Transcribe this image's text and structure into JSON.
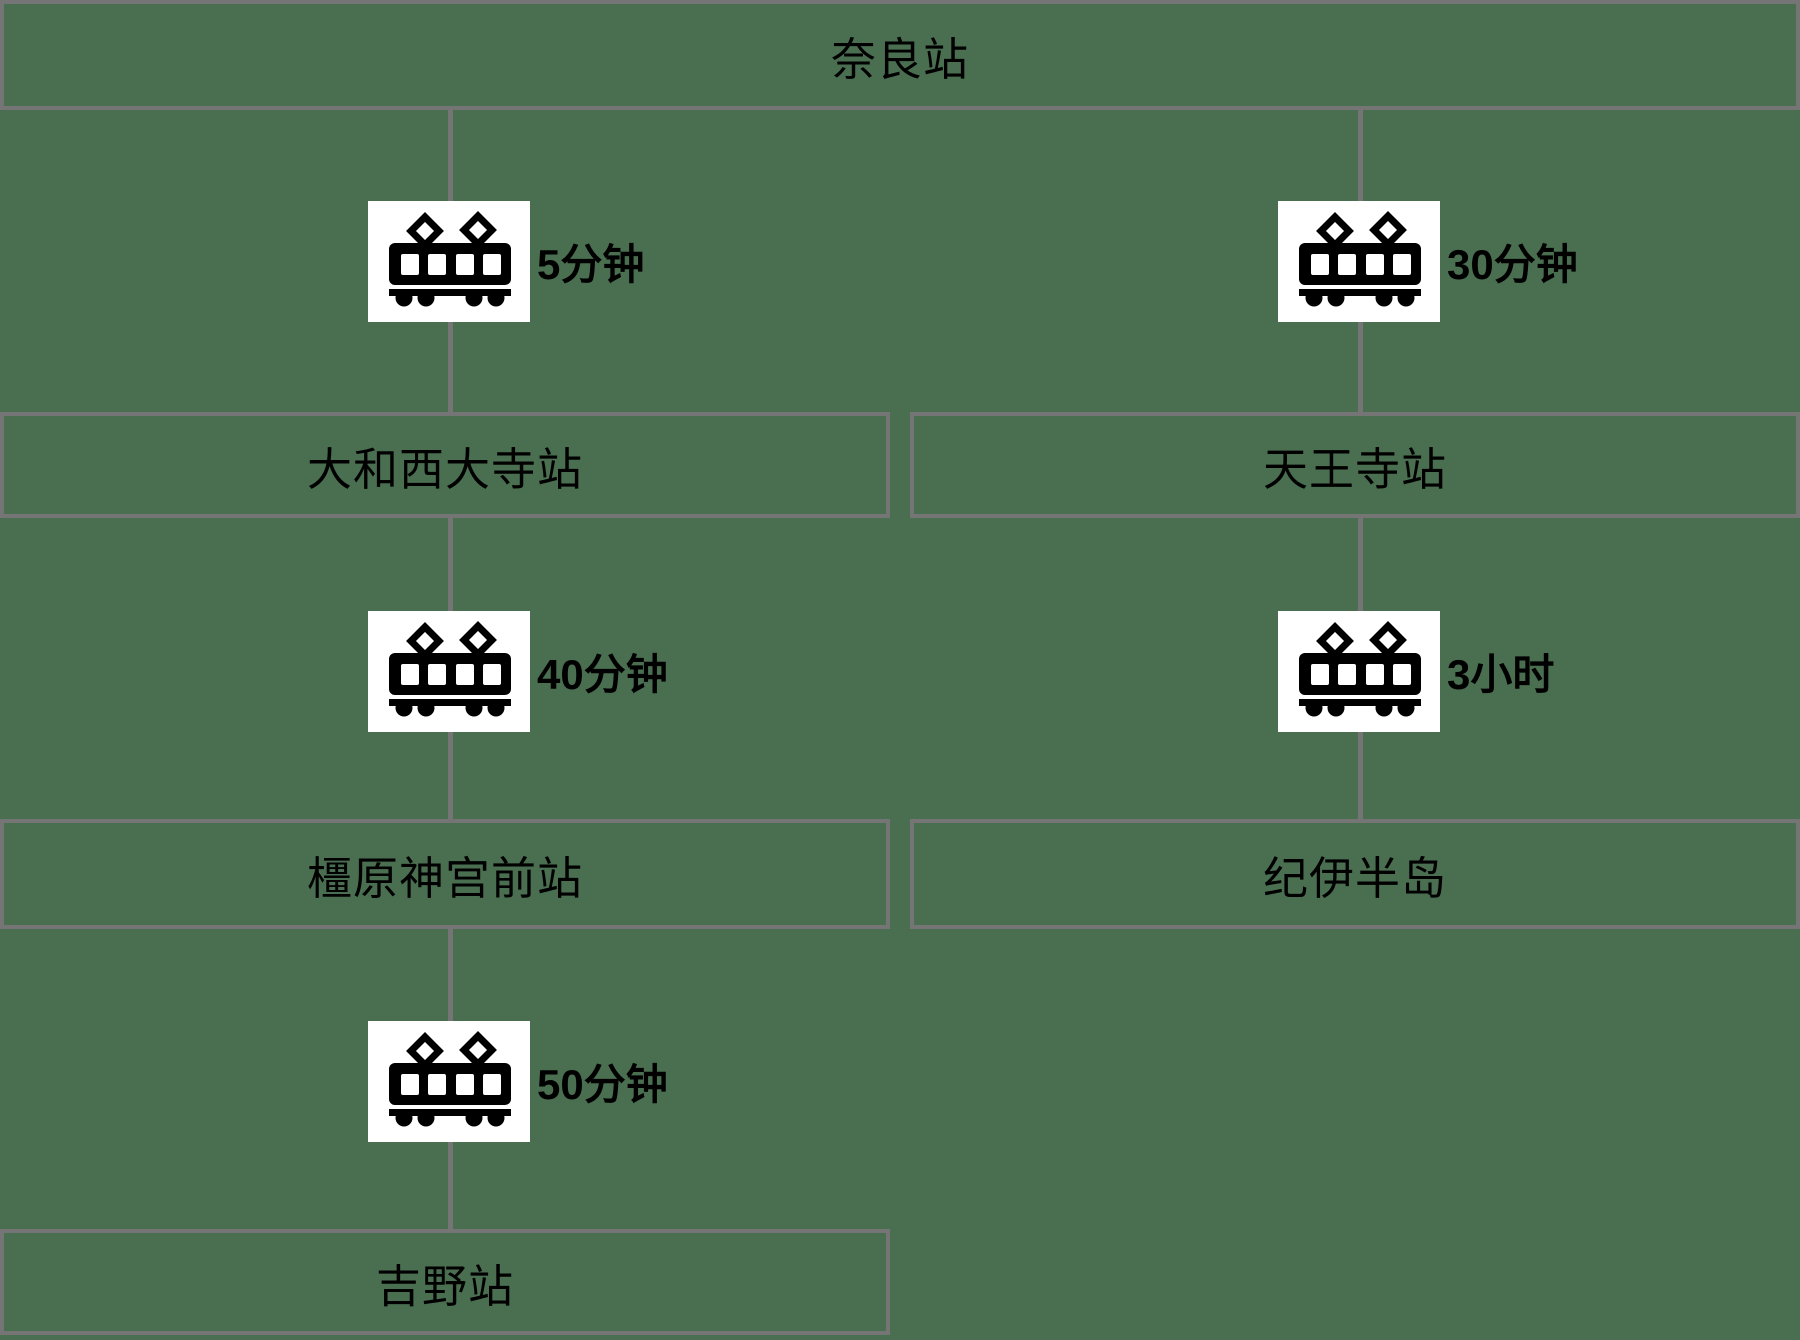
{
  "colors": {
    "background": "#4a6e50",
    "line_and_border": "#757575",
    "text": "#000000",
    "icon_background": "#ffffff",
    "icon_foreground": "#000000"
  },
  "duration_icon": "train-icon",
  "stations": [
    {
      "id": "nara",
      "label": "奈良站"
    },
    {
      "id": "yamato-saidaiji",
      "label": "大和西大寺站"
    },
    {
      "id": "tennoji",
      "label": "天王寺站"
    },
    {
      "id": "kashihara-jingumae",
      "label": "橿原神宫前站"
    },
    {
      "id": "kii-peninsula",
      "label": "纪伊半岛"
    },
    {
      "id": "yoshino",
      "label": "吉野站"
    }
  ],
  "segments": [
    {
      "from": "奈良站",
      "to": "大和西大寺站",
      "duration": "5分钟"
    },
    {
      "from": "奈良站",
      "to": "天王寺站",
      "duration": "30分钟"
    },
    {
      "from": "大和西大寺站",
      "to": "橿原神宫前站",
      "duration": "40分钟"
    },
    {
      "from": "天王寺站",
      "to": "纪伊半岛",
      "duration": "3小时"
    },
    {
      "from": "橿原神宫前站",
      "to": "吉野站",
      "duration": "50分钟"
    }
  ]
}
